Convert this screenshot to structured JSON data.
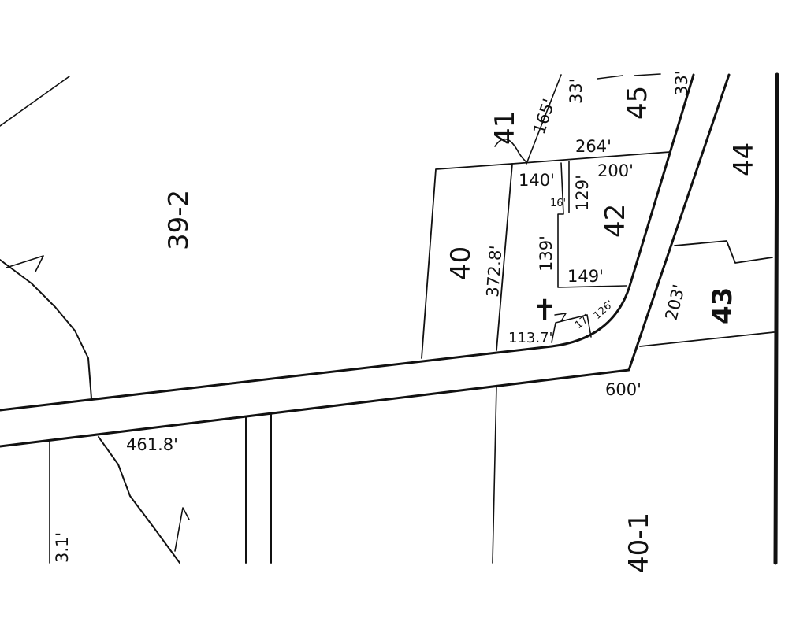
{
  "parcels": {
    "p39_2": "39-2",
    "p40": "40",
    "p41": "41",
    "p42": "42",
    "p43": "43",
    "p44": "44",
    "p45": "45",
    "p40_1": "40-1"
  },
  "dimensions": {
    "d165": "165'",
    "d33a": "33'",
    "d33b": "33'",
    "d264": "264'",
    "d140": "140'",
    "d200": "200'",
    "d16": "16'",
    "d129": "129'",
    "d372": "372.8'",
    "d139": "139'",
    "d149": "149'",
    "d126": "126'",
    "d113": "113.7'",
    "d17": "17'",
    "d203": "203'",
    "d600": "600'",
    "d461": "461.8'",
    "d3_1": "3.1'"
  },
  "symbols": {
    "cross": "✝"
  }
}
